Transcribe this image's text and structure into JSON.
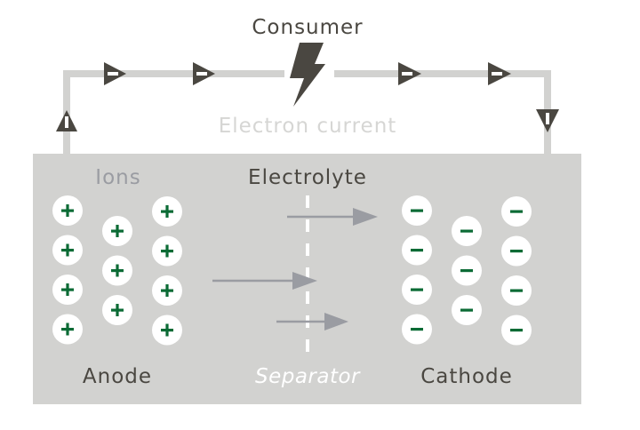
{
  "title": "Lithium-ion battery discharge diagram",
  "labels": {
    "consumer": "Consumer",
    "electron_current": "Electron current",
    "ions": "Ions",
    "electrolyte": "Electrolyte",
    "anode": "Anode",
    "separator": "Separator",
    "cathode": "Cathode"
  },
  "symbols": {
    "positive": "+",
    "negative": "−"
  },
  "icons": {
    "consumer": "lightning-bolt-icon",
    "electron_flow": "triangle-arrow-icon"
  },
  "ions": {
    "anode_columns": [
      4,
      3,
      4
    ],
    "cathode_columns": [
      4,
      3,
      4
    ]
  },
  "colors": {
    "cell_fill": "#d2d2d0",
    "wire": "#d2d2d0",
    "dark": "#4a4741",
    "ion_arrow": "#9a9ca2",
    "ion_label": "#9a9ca2",
    "ion_sign": "#0b6b35",
    "electron_label": "#d6d6d4",
    "separator": "#ffffff"
  }
}
